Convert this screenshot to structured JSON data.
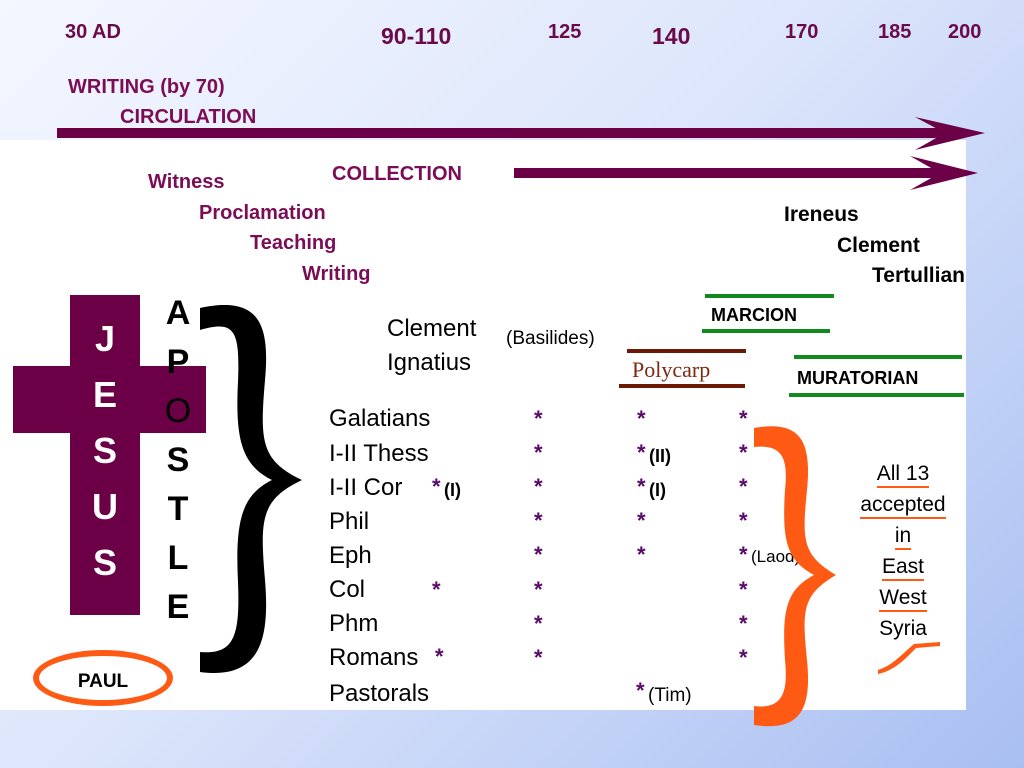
{
  "years": [
    "30 AD",
    "90-110",
    "125",
    "140",
    "170",
    "185",
    "200"
  ],
  "stages": {
    "writing": "WRITING (by 70)",
    "circulation": "CIRCULATION",
    "collection": "COLLECTION"
  },
  "process": [
    "Witness",
    "Proclamation",
    "Teaching",
    "Writing"
  ],
  "fathers": [
    "Ireneus",
    "Clement",
    "Tertullian"
  ],
  "jesus": [
    "J",
    "E",
    "S",
    "U",
    "S"
  ],
  "apostle": [
    "A",
    "P",
    "O",
    "S",
    "T",
    "L",
    "E"
  ],
  "paul": "PAUL",
  "early": {
    "clement": "Clement",
    "ignatius": "Ignatius",
    "basilides": "(Basilides)"
  },
  "polycarp": "Polycarp",
  "marcion": "MARCION",
  "muratorian": "MURATORIAN",
  "books": [
    "Galatians",
    "I-II Thess",
    "I-II Cor",
    "Phil",
    "Eph",
    "Col",
    "Phm",
    "Romans",
    "Pastorals"
  ],
  "star": "*",
  "notes": {
    "i": "(I)",
    "ii": "(II)",
    "laod": "(Laod)",
    "tim": "(Tim)"
  },
  "accepted": [
    "All 13",
    "accepted",
    "in",
    "East",
    "West",
    "Syria"
  ],
  "colors": {
    "maroon": "#6a0a4a",
    "arrow": "#6b0046",
    "orange": "#ff5a14",
    "green": "#138a1d",
    "polycarp": "#7a2a10"
  }
}
